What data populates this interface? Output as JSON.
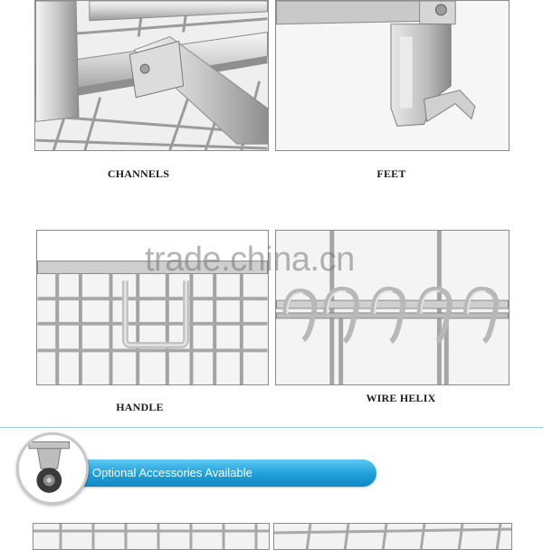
{
  "captions": {
    "channels": "CHANNELS",
    "feet": "FEET",
    "handle": "HANDLE",
    "wire_helix": "WIRE HELIX"
  },
  "watermark": "trade.china.cn",
  "banner": {
    "text": "Optional Accessories Available",
    "color": "#1e9fd8"
  }
}
